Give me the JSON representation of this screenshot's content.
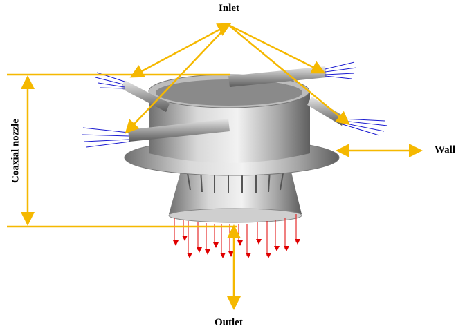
{
  "labels": {
    "inlet": "Inlet",
    "wall": "Wall",
    "outlet": "Outlet",
    "coaxial_nozzle": "Coaxial nozzle"
  },
  "colors": {
    "annotation": "#f5b800",
    "outlet_arrows": "#e00000",
    "inlet_streamlines": "#1a1ad0",
    "body": "#9a9a9a"
  }
}
